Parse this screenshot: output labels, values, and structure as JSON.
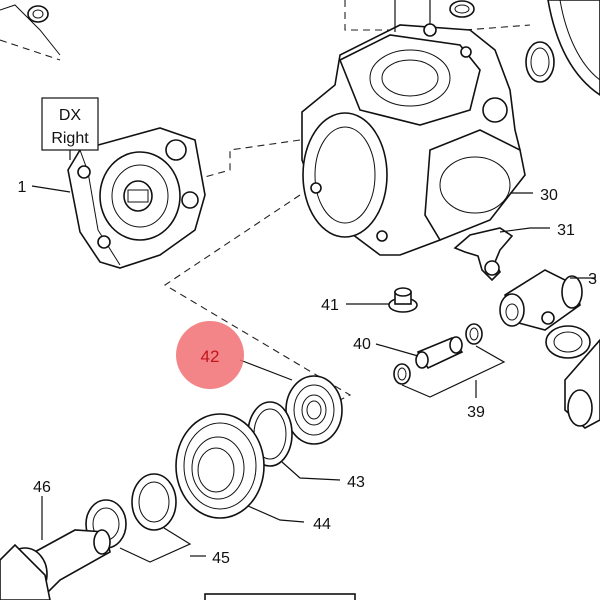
{
  "side_label": {
    "line1": "DX",
    "line2": "Right"
  },
  "highlight": {
    "label": "42",
    "color": "#f06a6e"
  },
  "callouts": [
    {
      "id": "1",
      "label": "1"
    },
    {
      "id": "30",
      "label": "30"
    },
    {
      "id": "31",
      "label": "31"
    },
    {
      "id": "41",
      "label": "41"
    },
    {
      "id": "40",
      "label": "40"
    },
    {
      "id": "39",
      "label": "39"
    },
    {
      "id": "43",
      "label": "43"
    },
    {
      "id": "44",
      "label": "44"
    },
    {
      "id": "45",
      "label": "45"
    },
    {
      "id": "46",
      "label": "46"
    },
    {
      "id": "3",
      "label": "3"
    }
  ]
}
